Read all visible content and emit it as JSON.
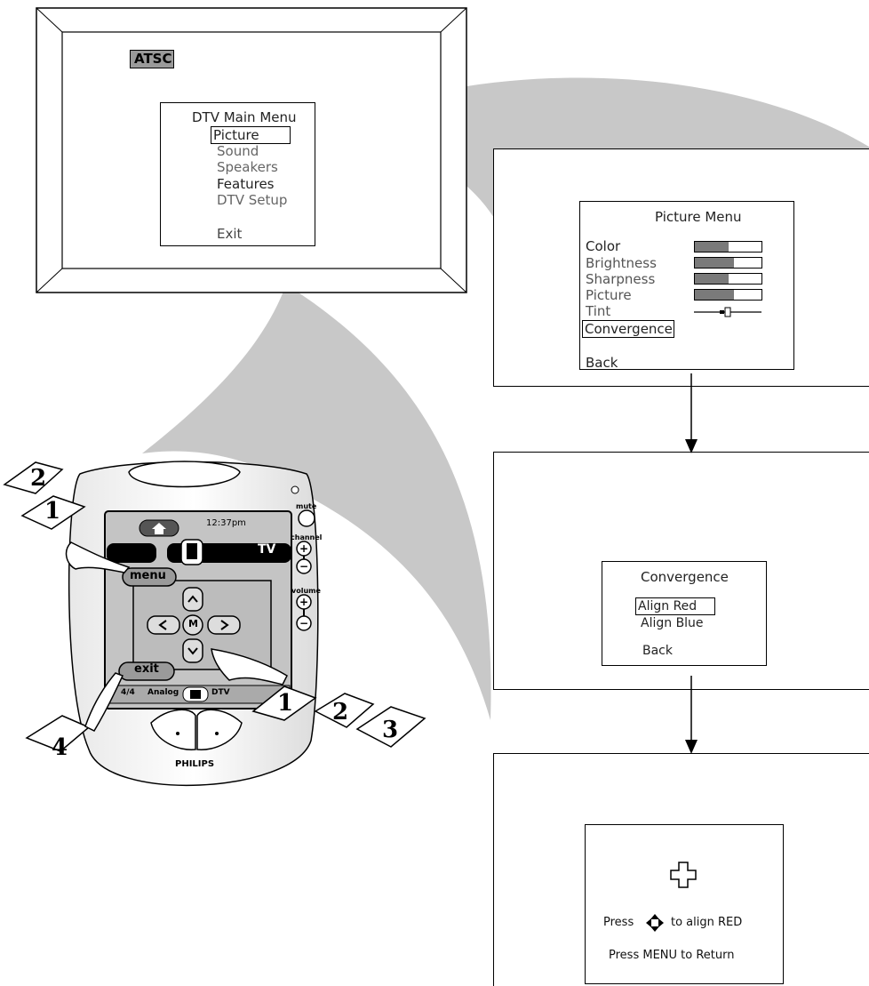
{
  "tv": {
    "badge": "ATSC",
    "menu_title": "DTV Main Menu",
    "items": [
      "Picture",
      "Sound",
      "Speakers",
      "Features",
      "DTV Setup"
    ],
    "exit": "Exit"
  },
  "picture_menu": {
    "title": "Picture Menu",
    "items": [
      {
        "label": "Color",
        "level": 0.5
      },
      {
        "label": "Brightness",
        "level": 0.58
      },
      {
        "label": "Sharpness",
        "level": 0.5
      },
      {
        "label": "Picture",
        "level": 0.58
      }
    ],
    "tint_label": "Tint",
    "tint_level": 0.5,
    "convergence": "Convergence",
    "back": "Back"
  },
  "convergence_menu": {
    "title": "Convergence",
    "items": [
      "Align Red",
      "Align Blue"
    ],
    "back": "Back"
  },
  "align_screen": {
    "press_prefix": "Press",
    "press_suffix": "to align RED",
    "return_text": "Press MENU to Return"
  },
  "remote": {
    "time": "12:37pm",
    "tv": "TV",
    "mute": "mute",
    "channel": "channel",
    "volume": "volume",
    "menu": "menu",
    "exit": "exit",
    "center": "M",
    "page": "4/4",
    "analog": "Analog",
    "dtv": "DTV",
    "brand": "PHILIPS"
  },
  "steps": {
    "left_top_2": "2",
    "left_top_1": "1",
    "right_1": "1",
    "right_2": "2",
    "right_3": "3",
    "left_bottom_4": "4"
  }
}
